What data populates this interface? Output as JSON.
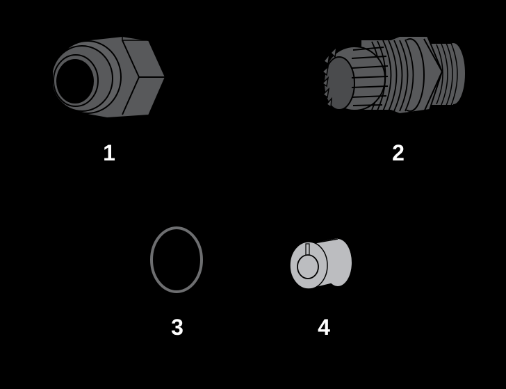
{
  "diagram": {
    "background": "#000000",
    "parts": [
      {
        "id": 1,
        "label": "1",
        "name": "cap-nut",
        "fill": "#58595b"
      },
      {
        "id": 2,
        "label": "2",
        "name": "gland-body",
        "fill": "#58595b"
      },
      {
        "id": 3,
        "label": "3",
        "name": "o-ring",
        "fill": "#6d6e70"
      },
      {
        "id": 4,
        "label": "4",
        "name": "seal-insert",
        "fill": "#bcbdc0"
      }
    ]
  }
}
